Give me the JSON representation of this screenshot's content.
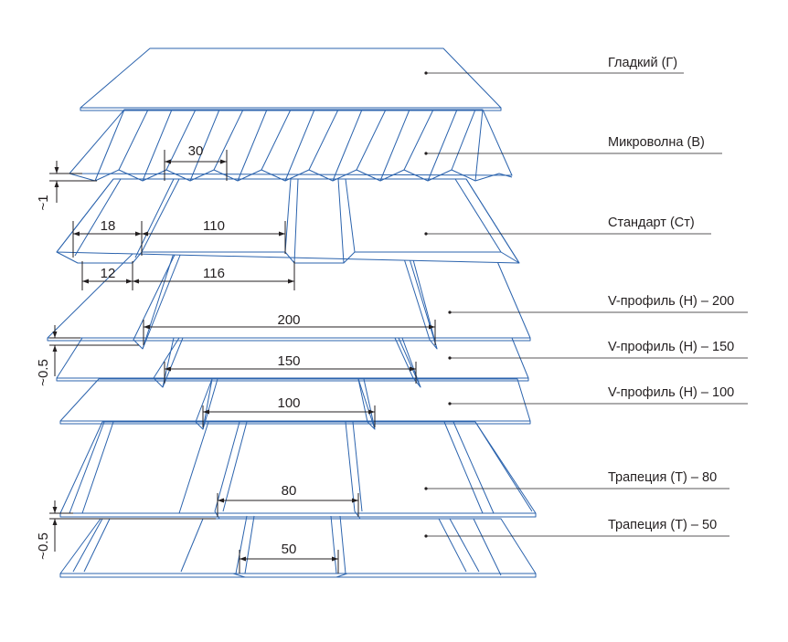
{
  "colors": {
    "sheet_stroke": "#2b63ad",
    "sheet_fill": "#ffffff",
    "dimension_line": "#231f20",
    "text": "#231f20"
  },
  "profiles": [
    {
      "id": "smooth",
      "label": "Гладкий (Г)"
    },
    {
      "id": "microwave",
      "label": "Микроволна (В)"
    },
    {
      "id": "standard",
      "label": "Стандарт (Ст)"
    },
    {
      "id": "v200",
      "label": "V-профиль (Н) – 200"
    },
    {
      "id": "v150",
      "label": "V-профиль (Н) – 150"
    },
    {
      "id": "v100",
      "label": "V-профиль (Н) – 100"
    },
    {
      "id": "t80",
      "label": "Трапеция (Т) – 80"
    },
    {
      "id": "t50",
      "label": "Трапеция (Т) – 50"
    }
  ],
  "dimensions": {
    "microwave_pitch": "30",
    "standard_top_flat": "18",
    "standard_top_span": "110",
    "standard_bottom_flat": "12",
    "standard_bottom_span": "116",
    "v200": "200",
    "v150": "150",
    "v100": "100",
    "t80": "80",
    "t50": "50",
    "wave_height": "~1",
    "v_height": "~0.5",
    "t_height": "~0.5"
  }
}
